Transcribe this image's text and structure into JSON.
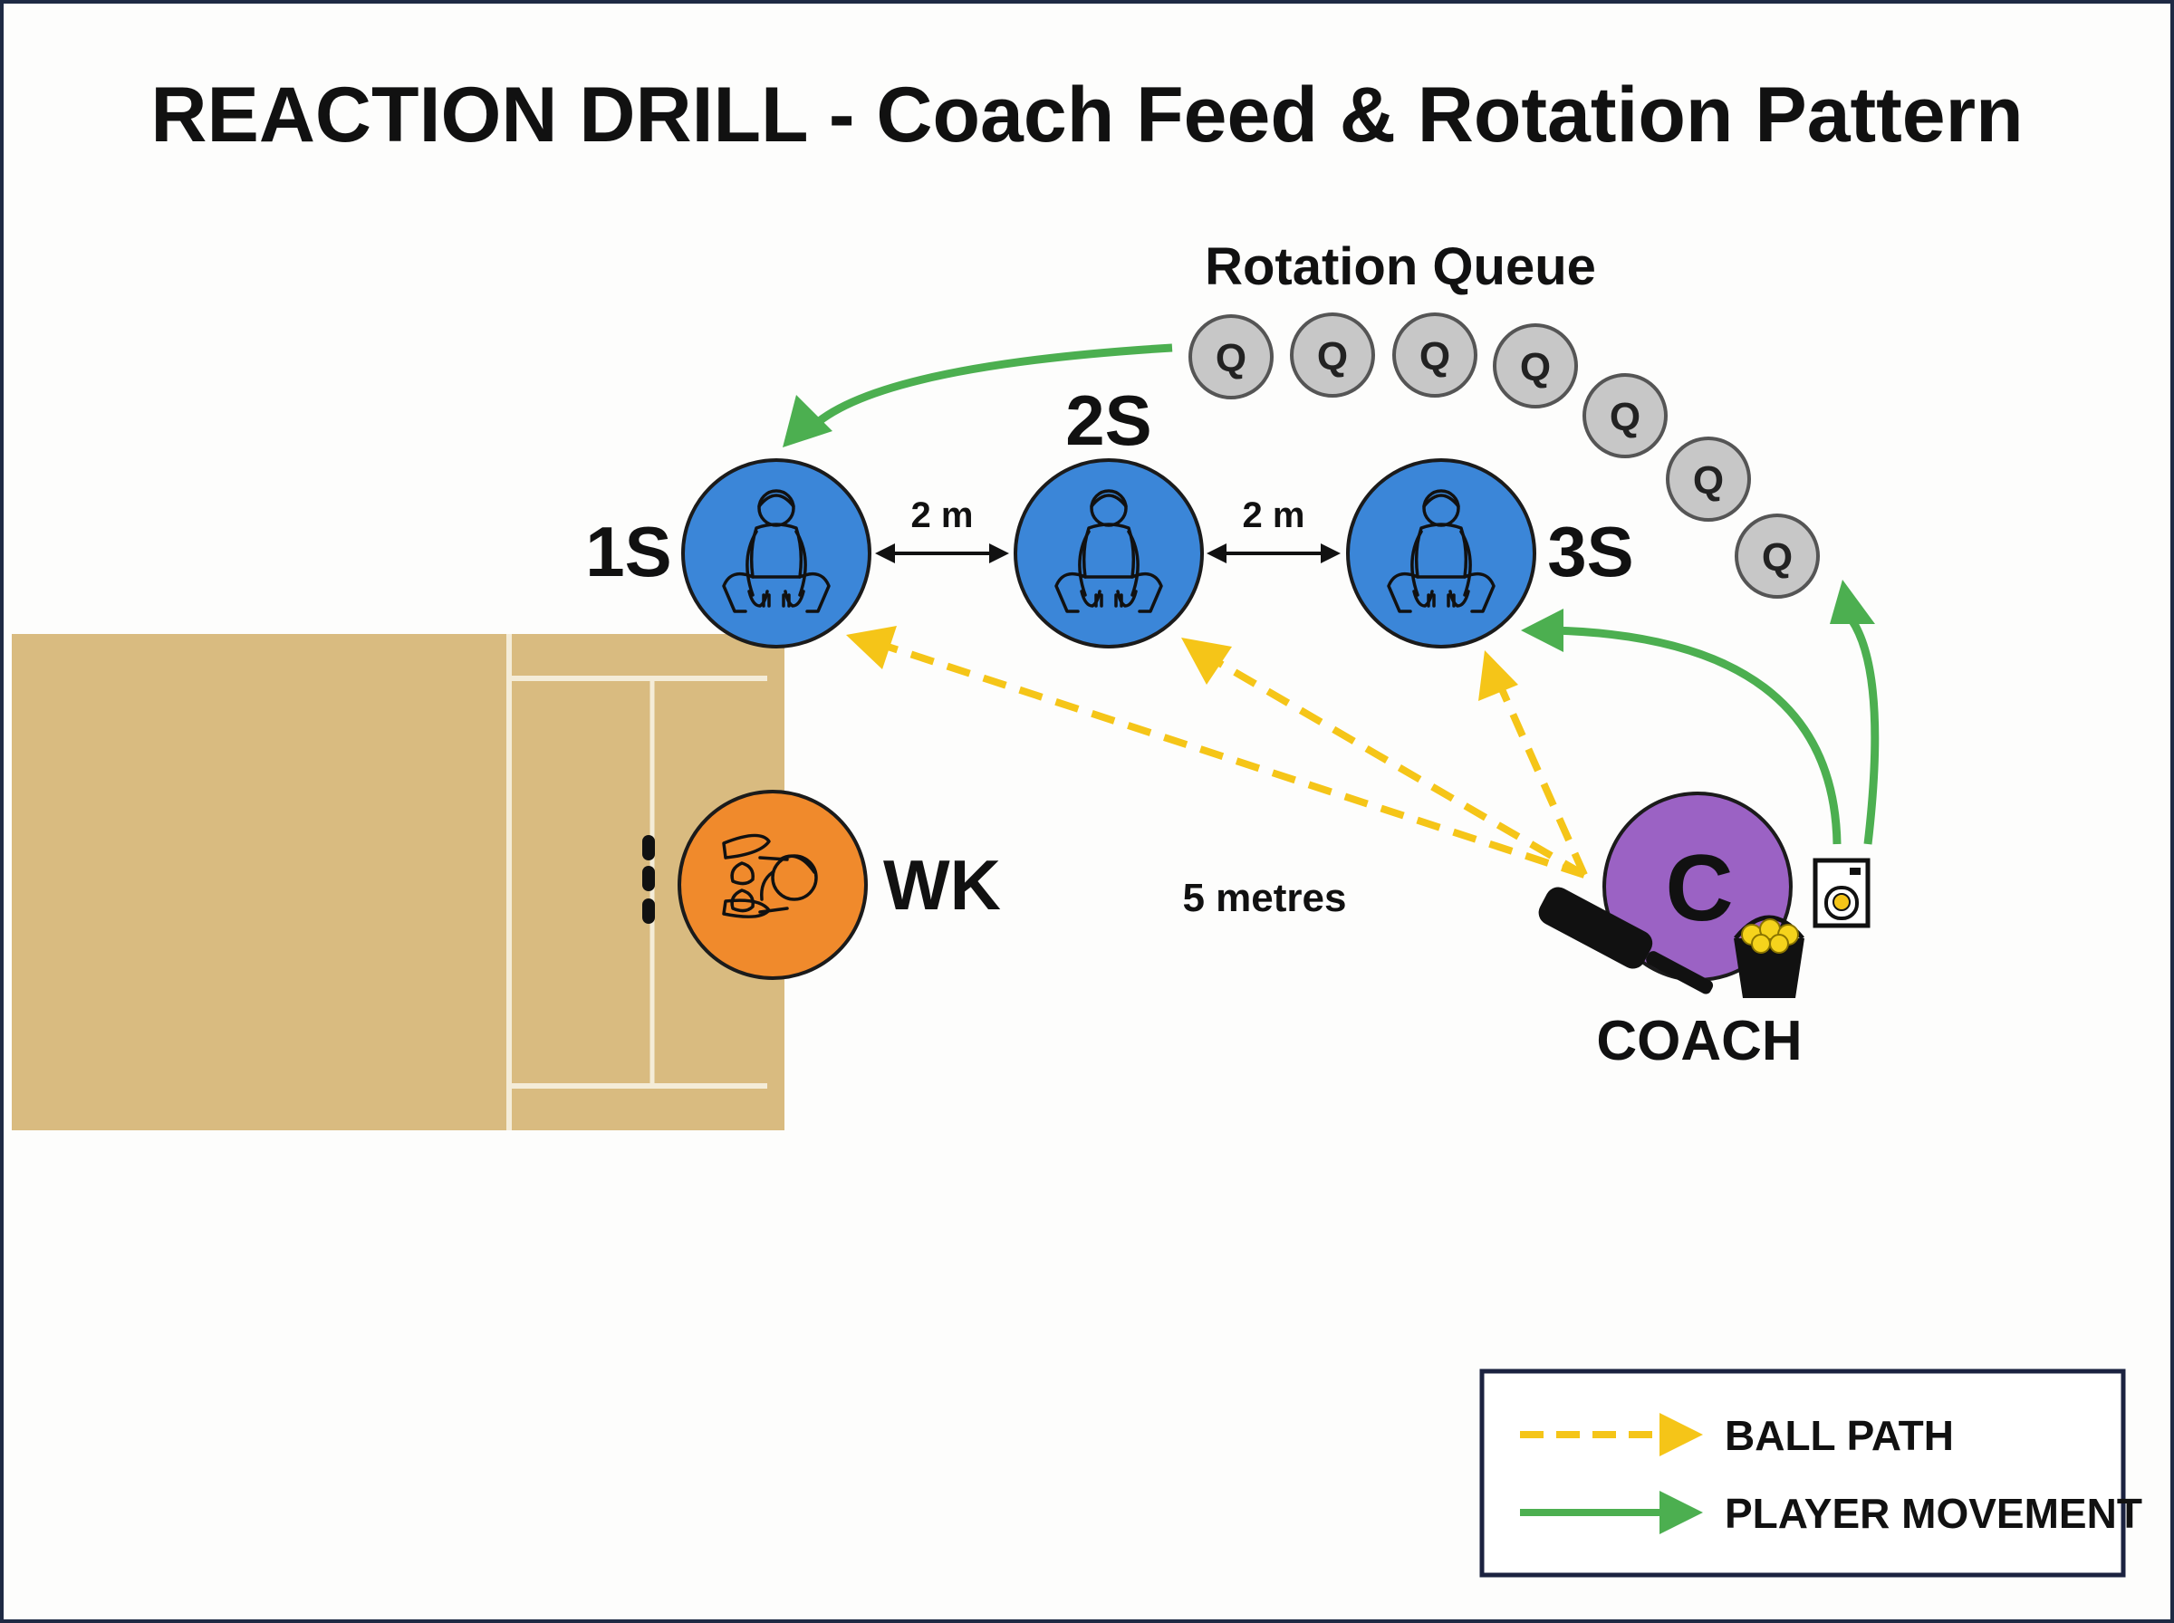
{
  "title": "REACTION DRILL - Coach Feed & Rotation Pattern",
  "queue": {
    "heading": "Rotation Queue",
    "tokens": [
      "Q",
      "Q",
      "Q",
      "Q",
      "Q",
      "Q",
      "Q"
    ]
  },
  "slips": [
    {
      "label": "1S"
    },
    {
      "label": "2S"
    },
    {
      "label": "3S"
    }
  ],
  "spacing": {
    "gap1": "2 m",
    "gap2": "2 m"
  },
  "keeper": {
    "label": "WK"
  },
  "distance_label": "5 metres",
  "coach": {
    "initial": "C",
    "label": "COACH"
  },
  "legend": {
    "ball_path": "BALL PATH",
    "player_movement": "PLAYER MOVEMENT"
  },
  "colors": {
    "slip_fill": "#3b86d8",
    "keeper_fill": "#f08a2c",
    "coach_fill": "#9b62c4",
    "queue_fill": "#c7c7c7",
    "pitch_fill": "#d9bb80",
    "ball_path": "#f5c518",
    "player_movement": "#4caf50"
  },
  "icons": [
    "fielder-crouch-icon",
    "wicketkeeper-icon",
    "cricket-bat-icon",
    "ball-bucket-icon",
    "ball-machine-icon",
    "stumps-icon"
  ]
}
